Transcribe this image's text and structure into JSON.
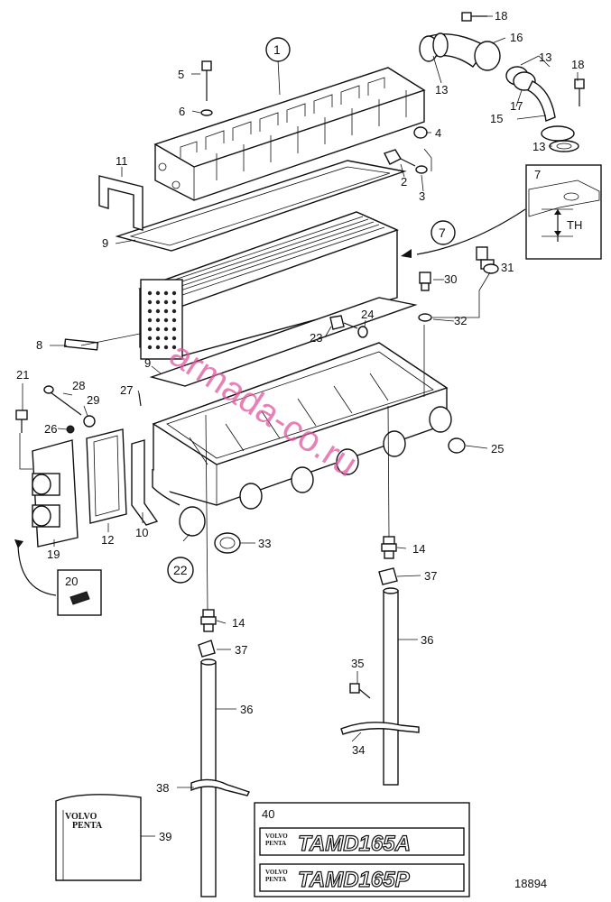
{
  "callouts": [
    {
      "id": "c1",
      "text": "1",
      "circled": true
    },
    {
      "id": "c2",
      "text": "2"
    },
    {
      "id": "c3",
      "text": "3"
    },
    {
      "id": "c4",
      "text": "4"
    },
    {
      "id": "c5",
      "text": "5"
    },
    {
      "id": "c6",
      "text": "6"
    },
    {
      "id": "c7",
      "text": "7",
      "circled": true
    },
    {
      "id": "c8",
      "text": "8"
    },
    {
      "id": "c9a",
      "text": "9"
    },
    {
      "id": "c9b",
      "text": "9"
    },
    {
      "id": "c10",
      "text": "10"
    },
    {
      "id": "c11",
      "text": "11"
    },
    {
      "id": "c12",
      "text": "12"
    },
    {
      "id": "c13a",
      "text": "13"
    },
    {
      "id": "c13b",
      "text": "13"
    },
    {
      "id": "c13c",
      "text": "13"
    },
    {
      "id": "c14a",
      "text": "14"
    },
    {
      "id": "c14b",
      "text": "14"
    },
    {
      "id": "c15",
      "text": "15"
    },
    {
      "id": "c16",
      "text": "16"
    },
    {
      "id": "c17",
      "text": "17"
    },
    {
      "id": "c18a",
      "text": "18"
    },
    {
      "id": "c18b",
      "text": "18"
    },
    {
      "id": "c19",
      "text": "19"
    },
    {
      "id": "c20",
      "text": "20"
    },
    {
      "id": "c21",
      "text": "21"
    },
    {
      "id": "c22",
      "text": "22",
      "circled": true
    },
    {
      "id": "c23",
      "text": "23"
    },
    {
      "id": "c24",
      "text": "24"
    },
    {
      "id": "c25",
      "text": "25"
    },
    {
      "id": "c26",
      "text": "26"
    },
    {
      "id": "c27",
      "text": "27"
    },
    {
      "id": "c28",
      "text": "28"
    },
    {
      "id": "c29",
      "text": "29"
    },
    {
      "id": "c30",
      "text": "30"
    },
    {
      "id": "c31",
      "text": "31"
    },
    {
      "id": "c32",
      "text": "32"
    },
    {
      "id": "c33",
      "text": "33"
    },
    {
      "id": "c34",
      "text": "34"
    },
    {
      "id": "c35",
      "text": "35"
    },
    {
      "id": "c36a",
      "text": "36"
    },
    {
      "id": "c36b",
      "text": "36"
    },
    {
      "id": "c37a",
      "text": "37"
    },
    {
      "id": "c37b",
      "text": "37"
    },
    {
      "id": "c38",
      "text": "38"
    },
    {
      "id": "c39",
      "text": "39"
    },
    {
      "id": "c40",
      "text": "40"
    }
  ],
  "detail_inset": {
    "number": "7",
    "dimension_label": "TH"
  },
  "manual_cover": {
    "brand_line1": "VOLVO",
    "brand_line2": "PENTA"
  },
  "decals": [
    {
      "brand_line1": "VOLVO",
      "brand_line2": "PENTA",
      "model": "TAMD165A"
    },
    {
      "brand_line1": "VOLVO",
      "brand_line2": "PENTA",
      "model": "TAMD165P"
    }
  ],
  "drawing_number": "18894",
  "watermark": "armada-co.ru"
}
